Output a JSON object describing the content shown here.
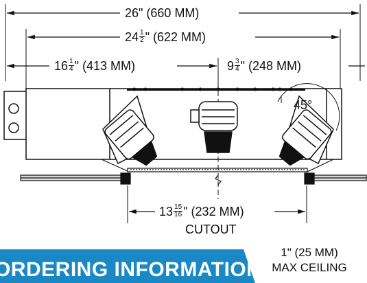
{
  "dimensions": {
    "overall": "26\" (660 MM)",
    "frame": {
      "whole": "24",
      "num": "1",
      "den": "2",
      "rest": "\" (622 MM)"
    },
    "left": {
      "whole": "16",
      "num": "1",
      "den": "4",
      "rest": "\" (413 MM)"
    },
    "right": {
      "whole": "9",
      "num": "3",
      "den": "4",
      "rest": "\" (248 MM)"
    },
    "cutout": {
      "whole": "13",
      "num": "15",
      "den": "16",
      "rest": "\" (232 MM)"
    },
    "cutout_word": "CUTOUT"
  },
  "angle": "45°",
  "ceiling_note": {
    "line1": "1\" (25 MM)",
    "line2": "MAX CEILING"
  },
  "banner": {
    "text": "ORDERING INFORMATION",
    "color": "#1a88c5"
  }
}
